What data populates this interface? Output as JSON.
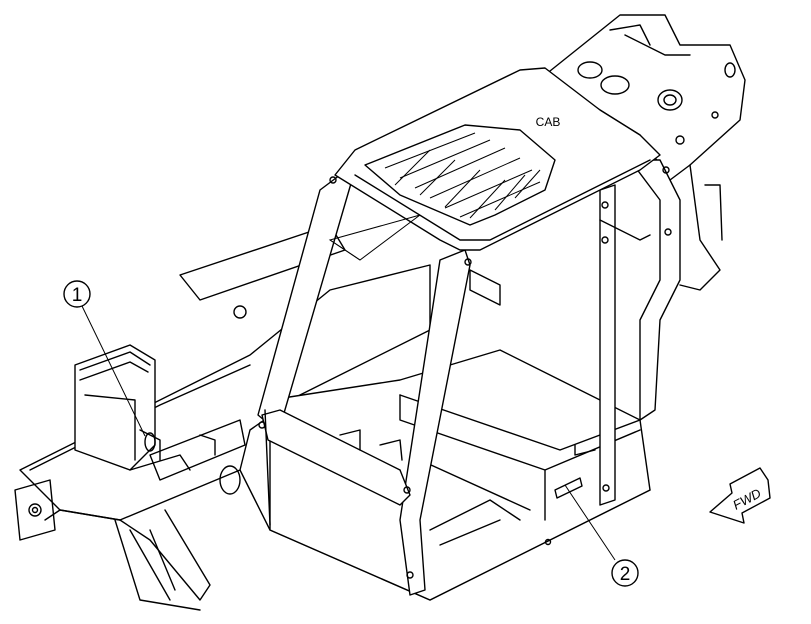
{
  "diagram": {
    "cab_label": "CAB",
    "callouts": [
      {
        "id": "1"
      },
      {
        "id": "2"
      }
    ],
    "fwd_label": "FWD"
  }
}
